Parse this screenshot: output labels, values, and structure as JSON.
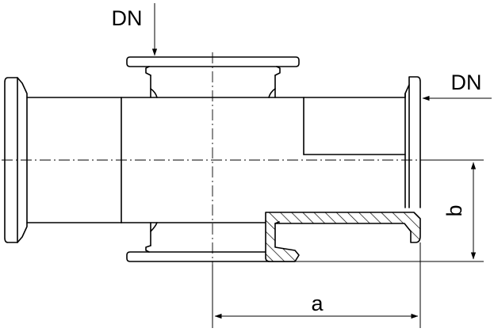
{
  "labels": {
    "dn_top": "DN",
    "dn_right": "DN",
    "dim_a": "a",
    "dim_b": "b"
  },
  "colors": {
    "stroke": "#000000",
    "background": "#ffffff"
  }
}
